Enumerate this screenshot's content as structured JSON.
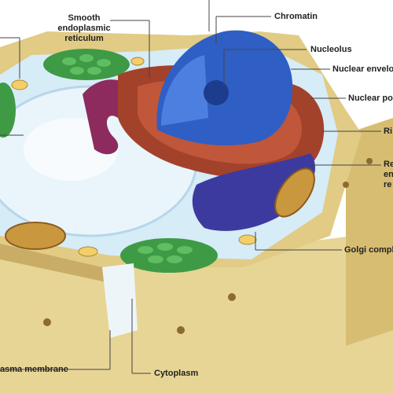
{
  "diagram": {
    "labels": {
      "smooth_er": [
        "Smooth",
        "endoplasmic",
        "reticulum"
      ],
      "chromatin": "Chromatin",
      "nucleolus": "Nucleolus",
      "nuclear_envelope": "Nuclear envelo",
      "nuclear_pore": "Nuclear por",
      "ribosome": "Ri",
      "rough_er": [
        "Re",
        "en",
        "re"
      ],
      "golgi": "Golgi comple",
      "plasma_membrane": "asma membrane",
      "cytoplasm": "Cytoplasm"
    },
    "colors": {
      "cell_wall": "#d8c07a",
      "cell_wall_side": "#c9a95a",
      "cytoplasm": "#d6ecf7",
      "vacuole": "#eaf5fb",
      "nucleus": "#2f5fc4",
      "rough_er": "#a3422a",
      "smooth_er": "#8d2b5f",
      "golgi": "#3d3a9f",
      "chloroplast": "#3f9a45",
      "mitochondrion": "#c9983e",
      "leader_line": "#444444"
    }
  }
}
